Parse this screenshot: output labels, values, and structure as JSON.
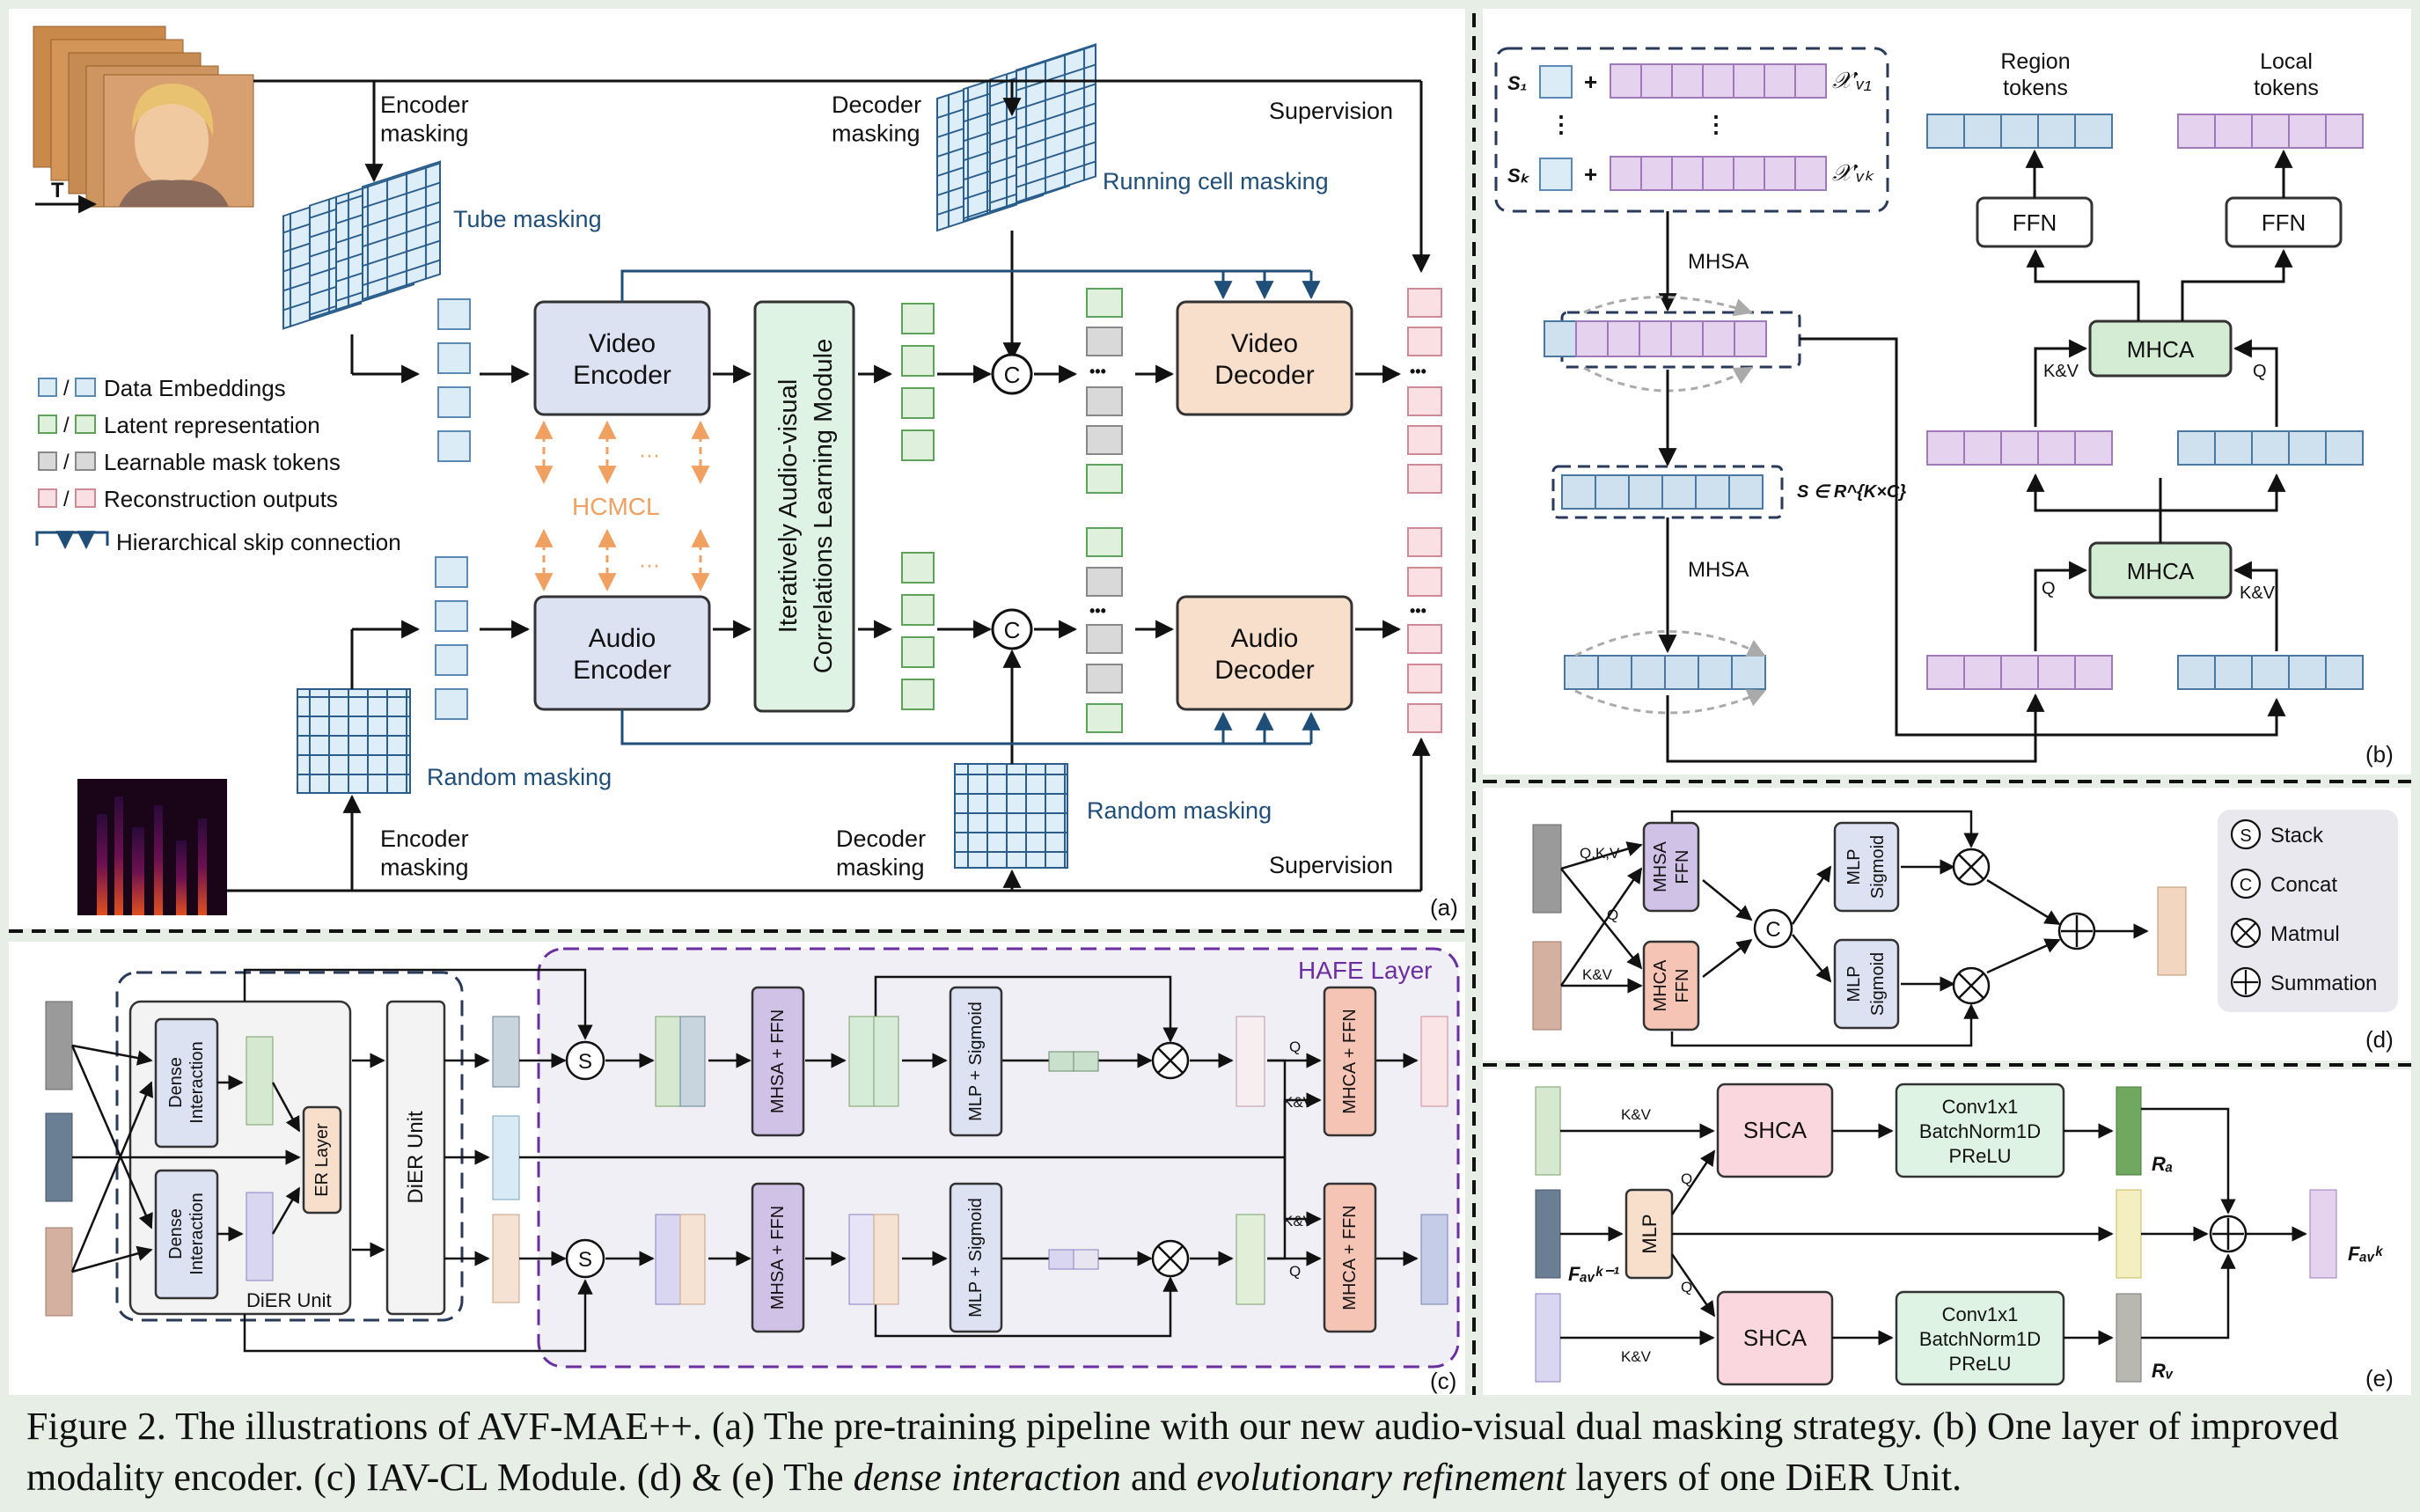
{
  "panel_labels": {
    "a": "(a)",
    "b": "(b)",
    "c": "(c)",
    "d": "(d)",
    "e": "(e)"
  },
  "panel_a": {
    "time_label": "T",
    "encoder_masking": "Encoder\nmasking",
    "decoder_masking": "Decoder\nmasking",
    "supervision": "Supervision",
    "tube_masking": "Tube masking",
    "running_cell_masking": "Running cell masking",
    "random_masking": "Random masking",
    "video_encoder": "Video\nEncoder",
    "audio_encoder": "Audio\nEncoder",
    "video_decoder": "Video\nDecoder",
    "audio_decoder": "Audio\nDecoder",
    "iavcl_module": "Iteratively Audio-visual\nCorrelations Learning Module",
    "hcmcl": "HCMCL",
    "concat_symbol": "C",
    "ellipsis": "•••",
    "legend": [
      {
        "label": "Data Embeddings",
        "fill": "#dcecf7",
        "stroke": "#5b8ab5"
      },
      {
        "label": "Latent representation",
        "fill": "#dff0dc",
        "stroke": "#5fa35a"
      },
      {
        "label": "Learnable mask tokens",
        "fill": "#d9d9d9",
        "stroke": "#888888"
      },
      {
        "label": "Reconstruction outputs",
        "fill": "#fadfe3",
        "stroke": "#d08a96"
      }
    ],
    "legend_skip": "Hierarchical skip connection"
  },
  "panel_b": {
    "s1": "S₁",
    "sk": "Sₖ",
    "x_v1": "𝒳′ᵥ₁",
    "x_vk": "𝒳′ᵥₖ",
    "mhsa": "MHSA",
    "s_formula": "S ∈ R^{K×C}",
    "region_tokens": "Region\ntokens",
    "local_tokens": "Local\ntokens",
    "ffn": "FFN",
    "mhca": "MHCA",
    "kv": "K&V",
    "q": "Q",
    "plus": "+"
  },
  "panel_c": {
    "hafe_layer": "HAFE Layer",
    "dense_interaction": "Dense\nInteraction",
    "er_layer": "ER Layer",
    "dier_unit": "DiER Unit",
    "dier_unit_label": "DiER Unit",
    "stack_symbol": "S",
    "mhsa_ffn": "MHSA + FFN",
    "mlp_sigmoid": "MLP + Sigmoid",
    "mhca_ffn": "MHCA + FFN",
    "q": "Q",
    "kv": "K&V"
  },
  "panel_d": {
    "qkv": "Q,K,V",
    "q": "Q",
    "kv": "K&V",
    "mhsa_ffn": "MHSA\nFFN",
    "mhca_ffn": "MHCA\nFFN",
    "mlp_sigmoid": "MLP\nSigmoid",
    "legend": [
      {
        "symbol": "S",
        "label": "Stack"
      },
      {
        "symbol": "C",
        "label": "Concat"
      },
      {
        "symbol": "⊗",
        "label": "Matmul"
      },
      {
        "symbol": "⊕",
        "label": "Summation"
      }
    ]
  },
  "panel_e": {
    "kv": "K&V",
    "q": "Q",
    "mlp": "MLP",
    "shca": "SHCA",
    "conv_block": "Conv1x1\nBatchNorm1D\nPReLU",
    "r_a": "Rₐ",
    "r_v": "Rᵥ",
    "f_in": "Fₐᵥᵏ⁻¹",
    "f_out": "Fₐᵥᵏ"
  },
  "caption": {
    "prefix": "Figure 2. The illustrations of AVF-MAE++. (a) The pre-training pipeline with our new audio-visual dual masking strategy. (b) One layer of improved modality encoder. (c) IAV-CL Module. (d) & (e) The ",
    "dense_interaction": "dense interaction",
    "middle": " and ",
    "evolutionary_refinement": "evolutionary refinement",
    "suffix": " layers of one DiER Unit."
  },
  "colors": {
    "encoder_fill": "#dde2f3",
    "decoder_fill": "#f8dfcc",
    "module_fill": "#dff3e4",
    "mhca_fill": "#d4ebd4",
    "background": "#e6eee6",
    "white_panel": "#ffffff",
    "accent_blue": "#1f4e79",
    "accent_orange": "#f0a060",
    "accent_purple": "#6b2ea0"
  }
}
